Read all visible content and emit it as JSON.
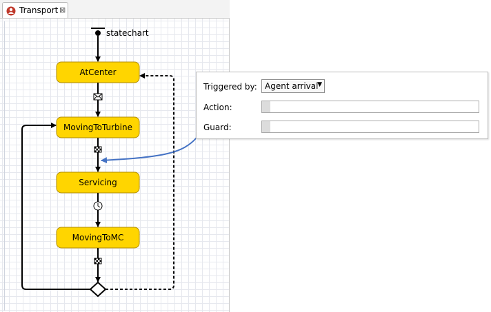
{
  "tab": {
    "title": "Transport",
    "close_glyph": "⊠",
    "icon": "agent-type-icon"
  },
  "statechart": {
    "entry_label": "statechart",
    "states": [
      "AtCenter",
      "MovingToTurbine",
      "Servicing",
      "MovingToMC"
    ],
    "transition_icons": [
      "message-envelope-icon",
      "agent-arrival-flag-icon",
      "timeout-clock-icon",
      "agent-arrival-flag-icon"
    ],
    "colors": {
      "state_fill": "#ffd500",
      "state_border": "#b08c00",
      "callout": "#4472c4"
    }
  },
  "properties": {
    "triggered_by_label": "Triggered by:",
    "triggered_by_value": "Agent arrival",
    "action_label": "Action:",
    "action_value": "",
    "guard_label": "Guard:",
    "guard_value": ""
  }
}
